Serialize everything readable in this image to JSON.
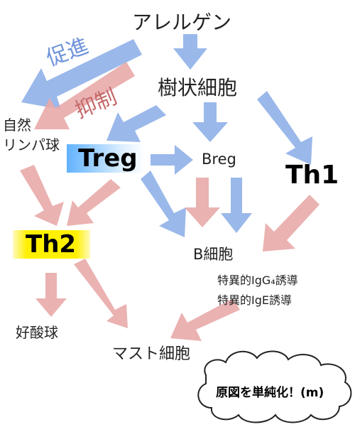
{
  "nodes": {
    "allergen": "アレルゲン",
    "dendritic": "樹状細胞",
    "innate_1": "自然",
    "innate_2": "リンパ球",
    "treg": "Treg",
    "breg": "Breg",
    "th1": "Th1",
    "th2": "Th2",
    "bcell": "B細胞",
    "igg4": "特異的IgG₄誘導",
    "ige": "特異的IgE誘導",
    "eosinophil": "好酸球",
    "mast": "マスト細胞"
  },
  "arrow_labels": {
    "promote": "促進",
    "suppress": "抑制"
  },
  "cloud_note": "原図を単純化！(m)",
  "colors": {
    "blue_arrow": "#8fb0e8",
    "pink_arrow": "#e8aaa8",
    "promote_text": "#6f93da",
    "suppress_text": "#c46a6a",
    "treg_highlight": "#59adff",
    "th2_highlight": "#fff000"
  }
}
